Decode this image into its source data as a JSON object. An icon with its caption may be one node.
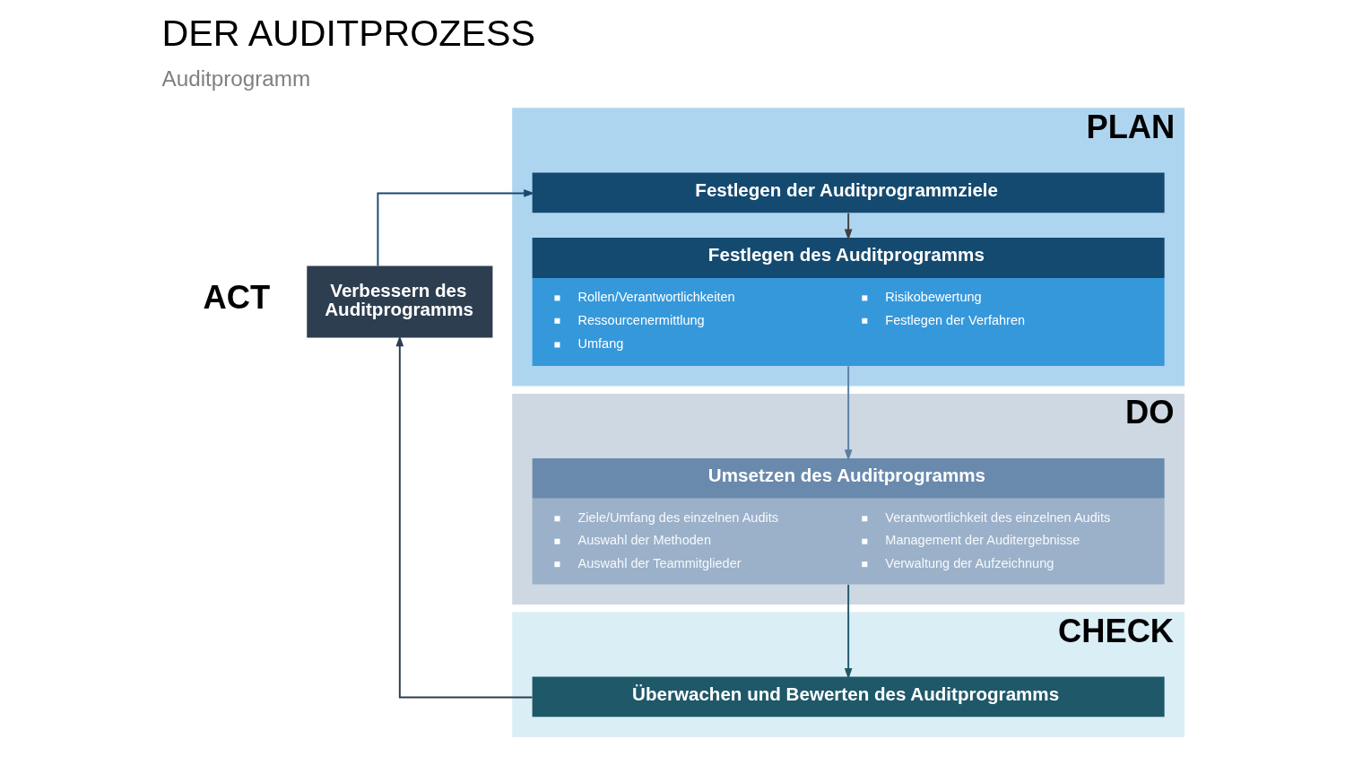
{
  "diagram": {
    "title": "DER AUDITPROZESS",
    "nodes": [
      {
        "text": [
          "PLAN"
        ]
      },
      {
        "text": [
          "Festlegen der Auditprogrammziele"
        ],
        "in": 0
      },
      {
        "text": [
          "Festlegen des Auditprogramms",
          "Rollen/Verantwortlichkeiten",
          "Ressourcenermittlung",
          "Umfang",
          "Risikobewertung",
          "Festlegen der Verfahren"
        ],
        "in": 0
      },
      {
        "text": [
          "DO"
        ]
      },
      {
        "text": [
          "Umsetzen des Auditprogramms",
          "Ziele/Umfang des einzelnen Audits",
          "Auswahl der Methoden",
          "Auswahl der Teammitglieder",
          "Verantwortlichkeit des einzelnen Audits",
          "Management der Auditergebnisse",
          "Verwaltung der Aufzeichnung"
        ],
        "in": 3
      },
      {
        "text": [
          "CHECK"
        ]
      },
      {
        "text": [
          "Überwachen und Bewerten des Auditprogramms"
        ],
        "in": 5
      },
      {
        "text": [
          "Verbessern des Auditprogramms"
        ]
      }
    ],
    "edges": [
      {
        "from": 1,
        "to": 2,
        "arrow": "to",
        "color": "#404040"
      },
      {
        "from": 2,
        "to": 4,
        "arrow": "to",
        "color": "#5b7fa3"
      },
      {
        "from": 4,
        "to": 6,
        "arrow": "to",
        "color": "#1f5869"
      },
      {
        "from": 6,
        "to": 7,
        "arrow": "to",
        "color": "#2d3e50"
      },
      {
        "from": 7,
        "to": 1,
        "arrow": "to",
        "color": "#1a4a70"
      }
    ],
    "labels": [
      "Auditprogramm",
      "ACT"
    ]
  }
}
